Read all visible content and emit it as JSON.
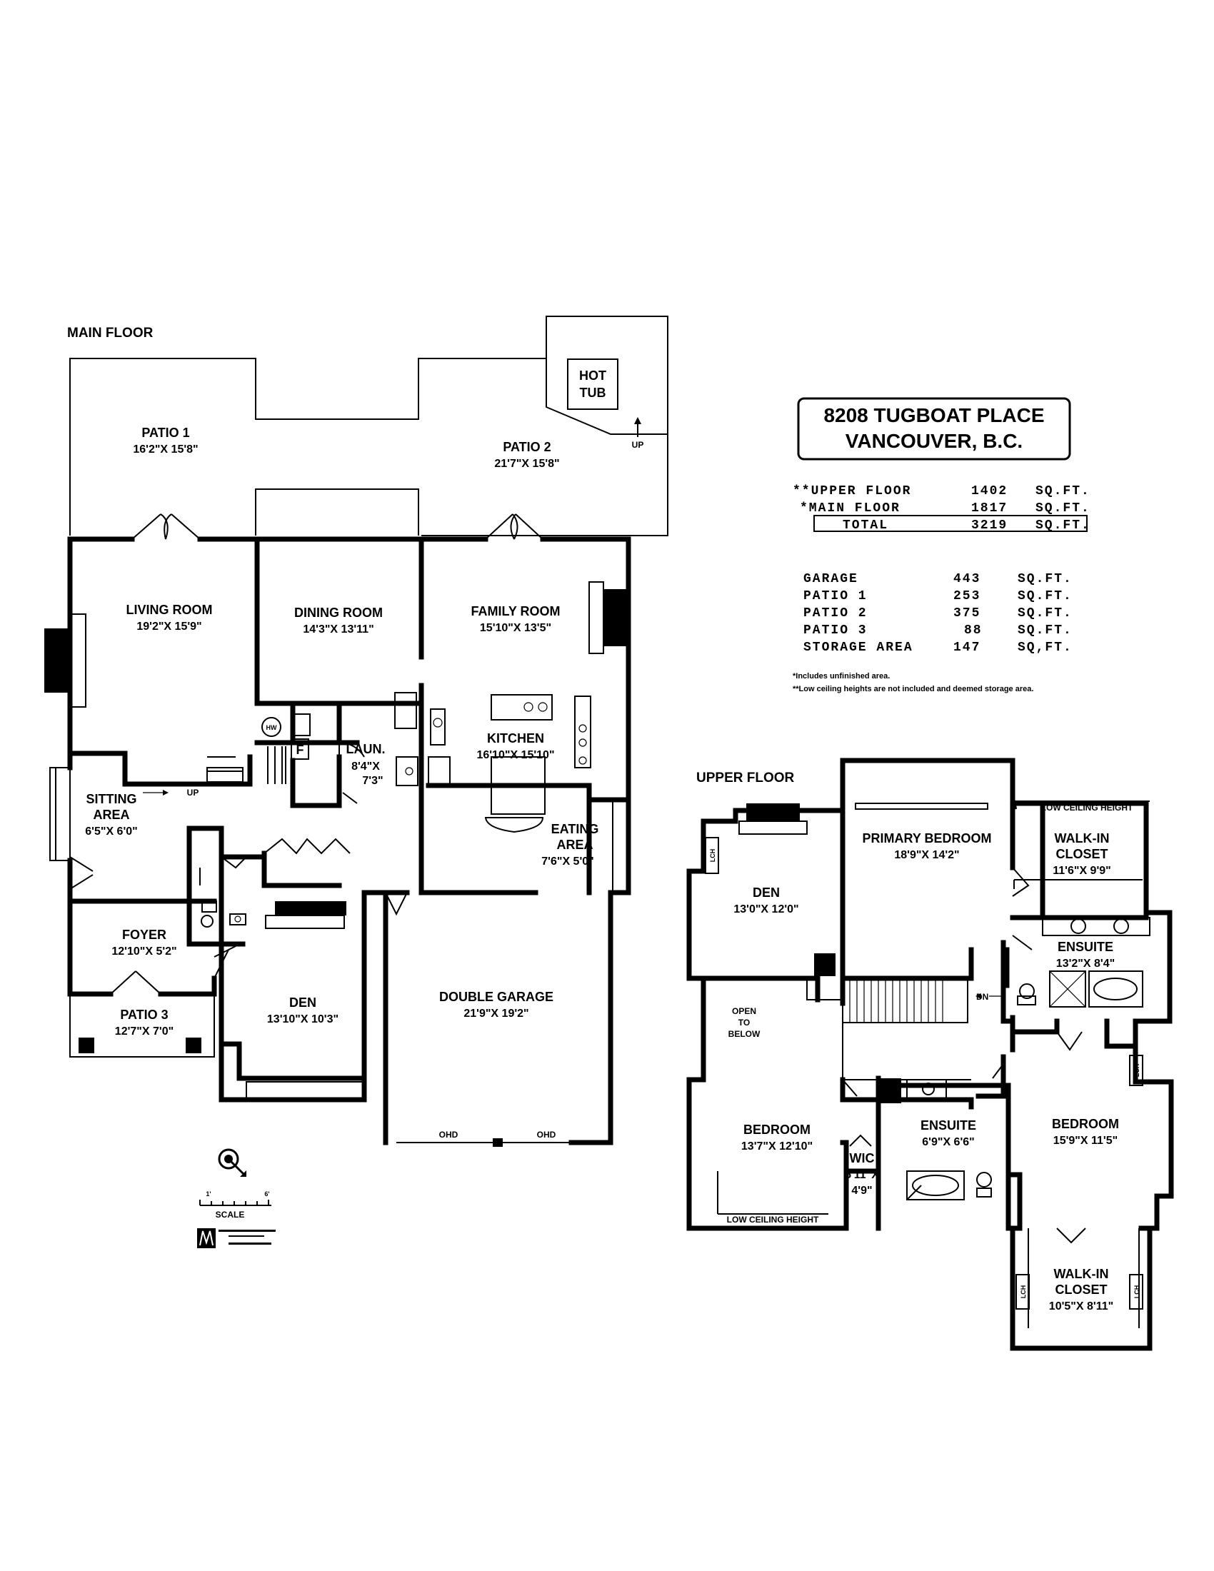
{
  "address": {
    "line1": "8208 TUGBOAT PLACE",
    "line2": "VANCOUVER, B.C."
  },
  "main_floor": {
    "title": "MAIN FLOOR",
    "rooms": {
      "patio1": {
        "name": "PATIO 1",
        "dim": "16'2\"X 15'8\""
      },
      "patio2": {
        "name": "PATIO 2",
        "dim": "21'7\"X 15'8\""
      },
      "hot_tub_1": "HOT",
      "hot_tub_2": "TUB",
      "up_patio": "UP",
      "living": {
        "name": "LIVING ROOM",
        "dim": "19'2\"X 15'9\""
      },
      "dining": {
        "name": "DINING ROOM",
        "dim": "14'3\"X 13'11\""
      },
      "family": {
        "name": "FAMILY ROOM",
        "dim": "15'10\"X 13'5\""
      },
      "hw": "HW",
      "f": "F",
      "laundry": {
        "name": "LAUN.",
        "dim1": "8'4\"X",
        "dim2": "7'3\""
      },
      "kitchen": {
        "name": "KITCHEN",
        "dim": "16'10\"X 15'10\""
      },
      "sitting": {
        "name1": "SITTING",
        "name2": "AREA",
        "dim": "6'5\"X 6'0\""
      },
      "up_stairs": "UP",
      "eating": {
        "name1": "EATING",
        "name2": "AREA",
        "dim": "7'6\"X 5'0\""
      },
      "foyer": {
        "name": "FOYER",
        "dim": "12'10\"X 5'2\""
      },
      "den": {
        "name": "DEN",
        "dim": "13'10\"X 10'3\""
      },
      "garage": {
        "name": "DOUBLE GARAGE",
        "dim": "21'9\"X 19'2\""
      },
      "patio3": {
        "name": "PATIO 3",
        "dim": "12'7\"X 7'0\""
      },
      "ohd": "OHD"
    },
    "scale": {
      "label": "SCALE",
      "left": "1'",
      "right": "6'"
    }
  },
  "upper_floor": {
    "title": "UPPER FLOOR",
    "rooms": {
      "den": {
        "name": "DEN",
        "dim": "13'0\"X 12'0\""
      },
      "primary": {
        "name": "PRIMARY BEDROOM",
        "dim": "18'9\"X 14'2\""
      },
      "lch_top": "LOW CEILING HEIGHT",
      "walkin1": {
        "name1": "WALK-IN",
        "name2": "CLOSET",
        "dim": "11'6\"X 9'9\""
      },
      "ensuite1": {
        "name": "ENSUITE",
        "dim": "13'2\"X 8'4\""
      },
      "open": {
        "l1": "OPEN",
        "l2": "TO",
        "l3": "BELOW"
      },
      "dn": "DN",
      "bedroom1": {
        "name": "BEDROOM",
        "dim": "13'7\"X 12'10\""
      },
      "ensuite2": {
        "name": "ENSUITE",
        "dim": "6'9\"X 6'6\""
      },
      "wic": {
        "name": "WIC",
        "dim1": "5'11\"X",
        "dim2": "4'9\""
      },
      "bedroom2": {
        "name": "BEDROOM",
        "dim": "15'9\"X 11'5\""
      },
      "lch_bottom": "LOW CEILING HEIGHT",
      "walkin2": {
        "name1": "WALK-IN",
        "name2": "CLOSET",
        "dim": "10'5\"X 8'11\""
      },
      "lch": "LCH"
    }
  },
  "areas": {
    "rows": [
      {
        "label": "**UPPER FLOOR",
        "value": "1402",
        "unit": "SQ.FT."
      },
      {
        "label": "*MAIN FLOOR",
        "value": "1817",
        "unit": "SQ.FT."
      },
      {
        "label": "TOTAL",
        "value": "3219",
        "unit": "SQ.FT."
      }
    ],
    "extra": [
      {
        "label": "GARAGE",
        "value": "443",
        "unit": "SQ.FT."
      },
      {
        "label": "PATIO 1",
        "value": "253",
        "unit": "SQ.FT."
      },
      {
        "label": "PATIO 2",
        "value": "375",
        "unit": "SQ.FT."
      },
      {
        "label": "PATIO 3",
        "value": "88",
        "unit": "SQ.FT."
      },
      {
        "label": "STORAGE AREA",
        "value": "147",
        "unit": "SQ,FT."
      }
    ],
    "note1": "*Includes unfinished area.",
    "note2": "**Low ceiling heights are not included and deemed storage area."
  },
  "colors": {
    "ink": "#000000",
    "paper": "#ffffff"
  }
}
